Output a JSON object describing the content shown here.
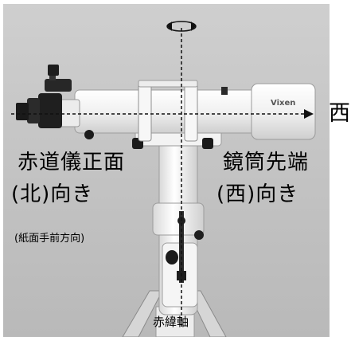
{
  "labels": {
    "west_edge": "西",
    "front_line1": "赤道儀正面",
    "front_line2": "(北)向き",
    "front_note": "(紙面手前方向)",
    "tube_line1": "鏡筒先端",
    "tube_line2": "(西)向き",
    "ra_axis": "赤緯軸"
  },
  "tube_brand": "Vixen",
  "colors": {
    "background": "#c4c4c4",
    "tube_white": "#f4f4f4",
    "dark_parts": "#1e1e1e",
    "axis_line": "#111111"
  },
  "icons": {
    "rotation": "rotation-arrow-icon"
  }
}
